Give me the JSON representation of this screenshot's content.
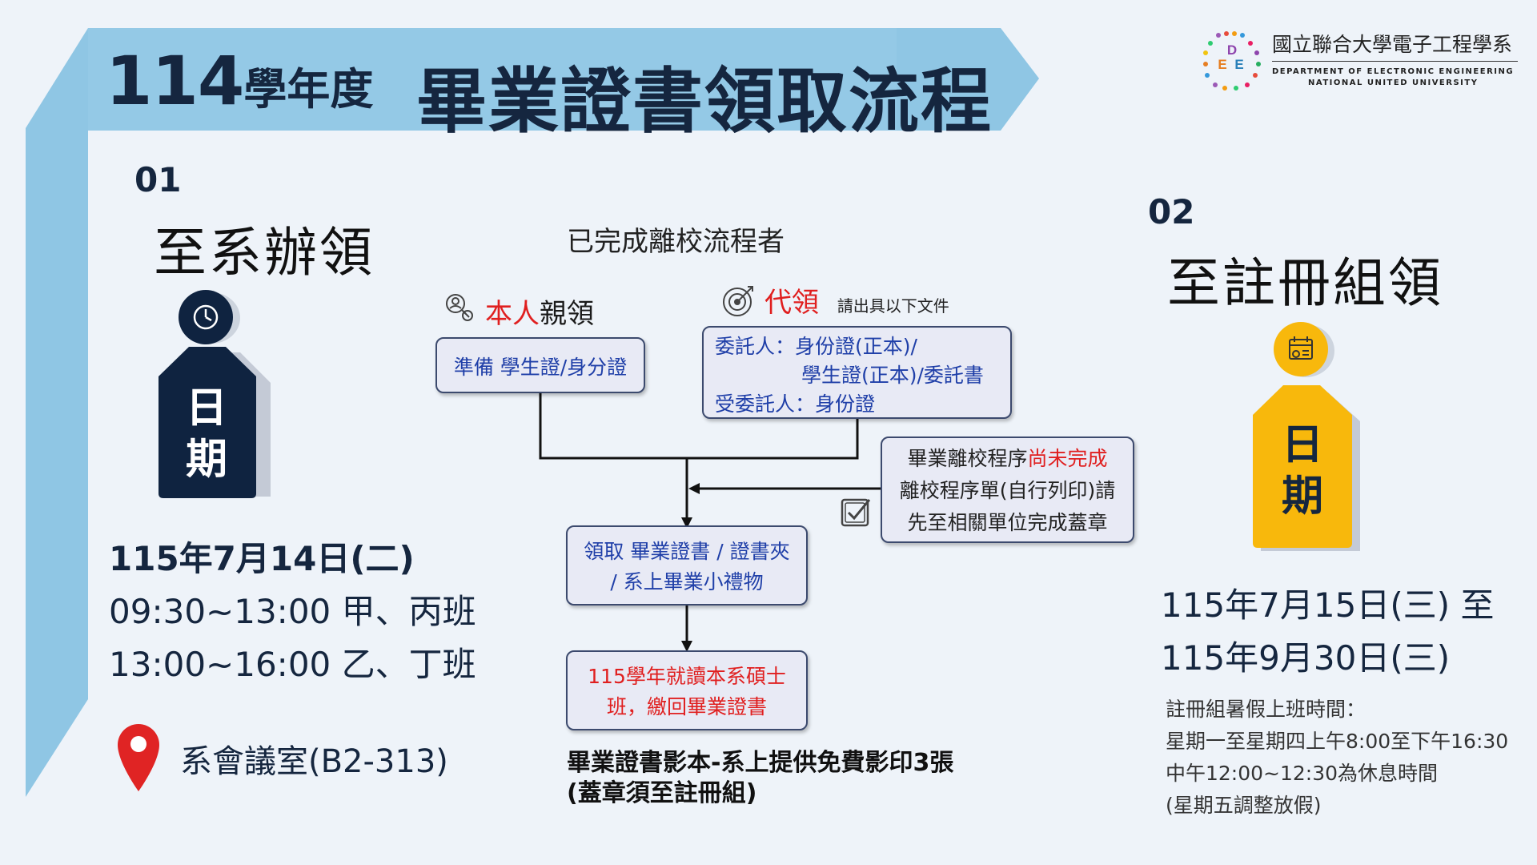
{
  "header": {
    "year_num": "114",
    "year_text": "學年度",
    "title": "畢業證書領取流程"
  },
  "logo": {
    "letters": "DEE",
    "name_zh": "國立聯合大學電子工程學系",
    "name_en_line1": "DEPARTMENT OF ELECTRONIC ENGINEERING",
    "name_en_line2": "NATIONAL UNITED UNIVERSITY"
  },
  "section1": {
    "number": "01",
    "title": "至系辦領",
    "tag_line1": "日",
    "tag_line2": "期",
    "date": "115年7月14日(二)",
    "slot1": "09:30~13:00 甲、丙班",
    "slot2": "13:00~16:00 乙、丁班",
    "location": "系會議室(B2-313)"
  },
  "flow": {
    "heading": "已完成離校流程者",
    "self_pick_red": "本人",
    "self_pick_rest": "親領",
    "proxy_red": "代領",
    "proxy_note": "請出具以下文件",
    "self_box": "準備 學生證/身分證",
    "proxy_line1": "委託人：身份證(正本)/",
    "proxy_line2": "學生證(正本)/委託書",
    "proxy_line3": "受委託人：身份證",
    "incomplete_line1_a": "畢業離校程序",
    "incomplete_line1_b": "尚未完成",
    "incomplete_line2": "離校程序單(自行列印)請",
    "incomplete_line3": "先至相關單位完成蓋章",
    "receive_line1": "領取 畢業證書 / 證書夾",
    "receive_line2": "/ 系上畢業小禮物",
    "master_line1": "115學年就讀本系碩士",
    "master_line2": "班，繳回畢業證書",
    "copy_line1": "畢業證書影本-系上提供免費影印3張",
    "copy_line2": "(蓋章須至註冊組)"
  },
  "section2": {
    "number": "02",
    "title": "至註冊組領",
    "tag_line1": "日",
    "tag_line2": "期",
    "date_line1": "115年7月15日(三) 至",
    "date_line2": "115年9月30日(三)",
    "hours_title": "註冊組暑假上班時間：",
    "hours_line1": "星期一至星期四上午8:00至下午16:30",
    "hours_line2": "中午12:00~12:30為休息時間",
    "hours_line3": "(星期五調整放假)"
  },
  "colors": {
    "banner": "#8fc6e4",
    "navy": "#15263f",
    "tag_navy": "#0f2340",
    "tag_yellow": "#f8b80c",
    "accent_red": "#e01f1f",
    "flow_text": "#1f3fa8"
  },
  "icons": [
    "clock-icon",
    "calendar-icon",
    "search-people-icon",
    "target-icon",
    "checkbox-icon",
    "location-pin-icon"
  ]
}
